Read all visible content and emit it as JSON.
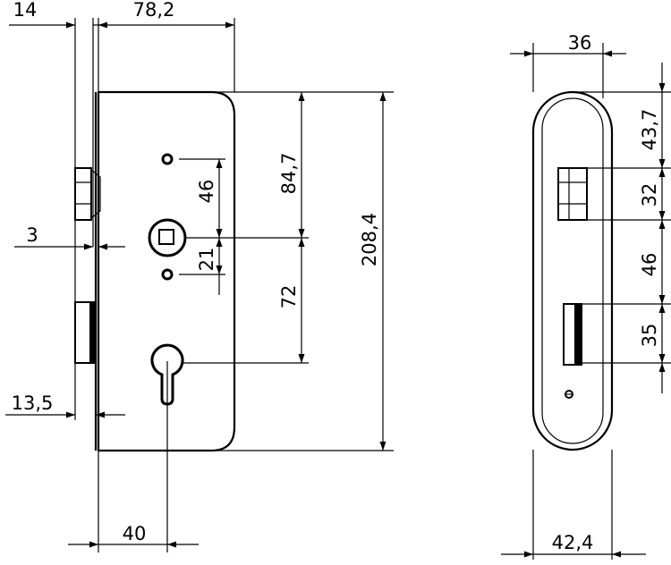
{
  "front_view": {
    "dimensions": {
      "top_left": "14",
      "top_width": "78,2",
      "dim_46": "46",
      "dim_84_7": "84,7",
      "dim_21": "21",
      "dim_72": "72",
      "dim_208_4": "208,4",
      "dim_3": "3",
      "dim_13_5": "13,5",
      "dim_40": "40"
    }
  },
  "side_view": {
    "dimensions": {
      "top_width": "36",
      "dim_43_7": "43,7",
      "dim_32": "32",
      "dim_46": "46",
      "dim_35": "35",
      "bottom_width": "42,4"
    }
  }
}
